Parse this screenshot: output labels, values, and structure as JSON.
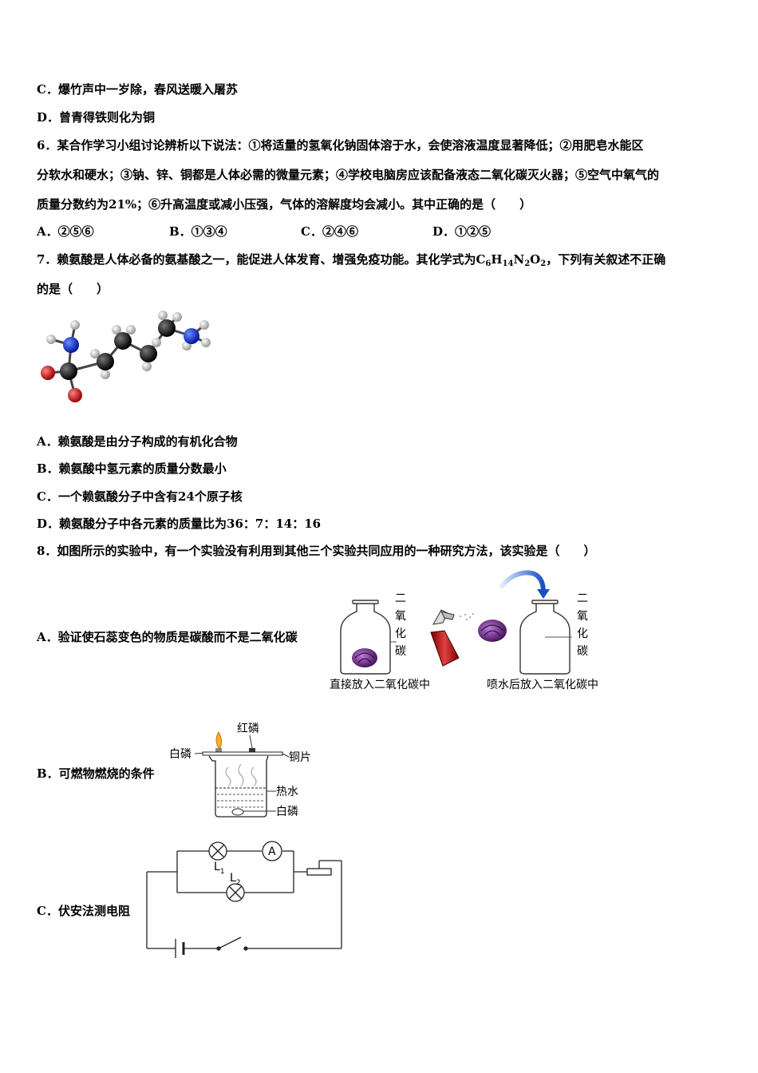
{
  "q5": {
    "c": "C．爆竹声中一岁除，春风送暖入屠苏",
    "d": "D．曾青得铁则化为铜"
  },
  "q6": {
    "line1": "6．某合作学习小组讨论辨析以下说法：①将适量的氢氧化钠固体溶于水，会使溶液温度显著降低；②用肥皂水能区",
    "line2": "分软水和硬水；③钠、锌、铜都是人体必需的微量元素；④学校电脑房应该配备液态二氧化碳灭火器；⑤空气中氧气的",
    "line3": "质量分数约为21%；⑥升高温度或减小压强，气体的溶解度均会减小。其中正确的是（　　）",
    "options": [
      "A．②⑤⑥",
      "B．①③④",
      "C．②④⑥",
      "D．①②⑤"
    ]
  },
  "q7": {
    "prefix": "7．赖氨酸是人体必备的氨基酸之一，能促进人体发育、增强免疫功能。其化学式为",
    "formula": {
      "c": "C",
      "c_sub": "6",
      "h": "H",
      "h_sub": "14",
      "n": "N",
      "n_sub": "2",
      "o": "O",
      "o_sub": "2"
    },
    "suffix": "，下列有关叙述不正确",
    "line2": "的是（　　）",
    "a": "A．赖氨酸是由分子构成的有机化合物",
    "b": "B．赖氨酸中氢元素的质量分数最小",
    "c": "C．一个赖氨酸分子中含有24个原子核",
    "d": "D．赖氨酸分子中各元素的质量比为36：7：14：16"
  },
  "q8": {
    "stem": "8．如图所示的实验中，有一个实验没有利用到其他三个实验共同应用的一种研究方法，该实验是（　　）",
    "a": "A．验证使石蕊变色的物质是碳酸而不是二氧化碳",
    "a_fig": {
      "co2_vertical": [
        "二",
        "氧",
        "化",
        "碳"
      ],
      "caption_left": "直接放入二氧化碳中",
      "caption_right": "喷水后放入二氧化碳中"
    },
    "b": "B．可燃物燃烧的条件",
    "b_fig": {
      "red_p": "红磷",
      "white_p_top": "白磷",
      "copper": "铜片",
      "hot_water": "热水",
      "white_p_bottom": "白磷"
    },
    "c": "C．伏安法测电阻",
    "c_fig": {
      "ammeter": "A",
      "l1": "L",
      "l1_sub": "1",
      "l2": "L",
      "l2_sub": "2"
    }
  }
}
